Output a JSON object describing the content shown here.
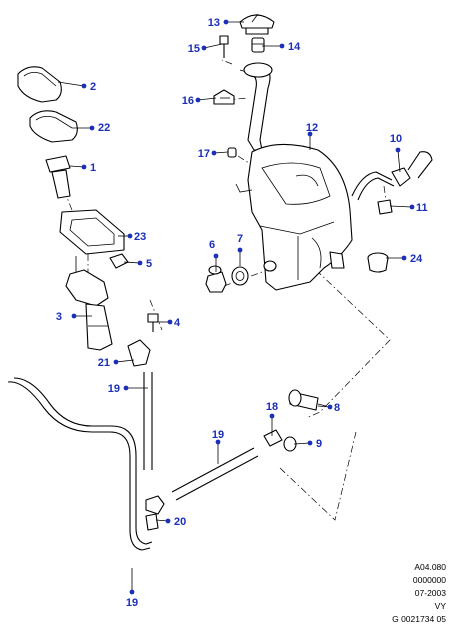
{
  "callouts": [
    {
      "number": "1"
    },
    {
      "number": "2"
    },
    {
      "number": "3"
    },
    {
      "number": "4"
    },
    {
      "number": "5"
    },
    {
      "number": "6"
    },
    {
      "number": "7"
    },
    {
      "number": "8"
    },
    {
      "number": "9"
    },
    {
      "number": "10"
    },
    {
      "number": "11"
    },
    {
      "number": "12"
    },
    {
      "number": "13"
    },
    {
      "number": "14"
    },
    {
      "number": "15"
    },
    {
      "number": "16"
    },
    {
      "number": "17"
    },
    {
      "number": "18"
    },
    {
      "number": "19"
    },
    {
      "number": "19"
    },
    {
      "number": "19"
    },
    {
      "number": "20"
    },
    {
      "number": "21"
    },
    {
      "number": "22"
    },
    {
      "number": "23"
    },
    {
      "number": "24"
    }
  ],
  "reference": {
    "code": "A04.080",
    "serial": "0000000",
    "date": "07-2003",
    "initials": "VY",
    "drawing_number": "G 0021734 05"
  },
  "colors": {
    "callout": "#1b2fb8",
    "line": "#000000"
  }
}
